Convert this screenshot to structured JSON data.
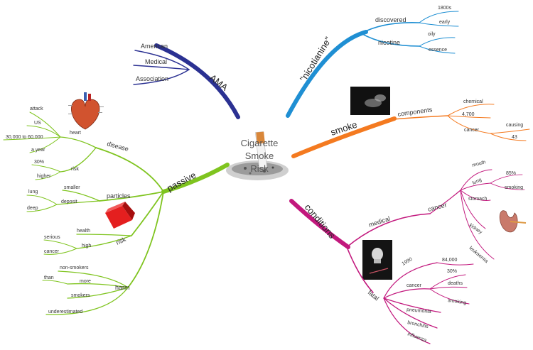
{
  "center": {
    "line1": "Cigarette",
    "line2": "Smoke",
    "line3": "Risk"
  },
  "colors": {
    "ama": "#2b3192",
    "nicotianine": "#1f8fd3",
    "smoke": "#f47a20",
    "conditions": "#c2187d",
    "passive": "#7fc41f"
  },
  "ama": {
    "label": "AMA",
    "items": [
      "American",
      "Medical",
      "Association"
    ]
  },
  "nicotianine": {
    "label": "\"nicotianine\"",
    "discovered": {
      "label": "discovered",
      "items": [
        "1800s",
        "early"
      ]
    },
    "nicotine": {
      "label": "nicotine",
      "items": [
        "oily",
        "essence"
      ]
    }
  },
  "smoke": {
    "label": "smoke",
    "components": {
      "label": "components",
      "chemical": {
        "label": "chemical",
        "value": "4,700"
      },
      "cancer": {
        "label": "cancer",
        "causing": "causing",
        "value": "43"
      }
    }
  },
  "conditions": {
    "label": "conditions",
    "medical": {
      "label": "medical",
      "cancer": {
        "label": "cancer",
        "items": [
          "mouth",
          "lung",
          "stomach",
          "kidney",
          "leukaemia"
        ],
        "lung_items": [
          "85%",
          "smoking"
        ]
      }
    },
    "fatal": {
      "label": "fatal",
      "year": {
        "label": "1990",
        "value": "84,000"
      },
      "cancer": {
        "label": "cancer",
        "items": [
          "30%",
          "deaths",
          "smoking"
        ]
      },
      "others": [
        "pneumonia",
        "bronchitis",
        "influenza"
      ]
    }
  },
  "passive": {
    "label": "passive",
    "disease": {
      "label": "disease",
      "heart": {
        "label": "heart",
        "items": [
          "attack",
          "US",
          "30,000 to 60,000",
          "a year"
        ]
      },
      "risk": {
        "label": "risk",
        "items": [
          "30%",
          "higher"
        ]
      }
    },
    "particles": {
      "label": "particles",
      "smaller": "smaller",
      "deposit": {
        "label": "deposit",
        "items": [
          "lung",
          "deep"
        ]
      }
    },
    "risk": {
      "label": "risk",
      "health": "health",
      "high": {
        "label": "high",
        "items": [
          "serious",
          "cancer"
        ]
      }
    },
    "harm": {
      "label": "harm",
      "non_smokers": "non-smokers",
      "more": {
        "label": "more",
        "items": [
          "than"
        ]
      },
      "smokers": "smokers",
      "underestimated": "underestimated"
    }
  },
  "images": {
    "heart": "heart-image",
    "risk": "risk-dice",
    "cigarette": "cigarette-image",
    "smoke": "smoke-photo",
    "skull": "skull-photo",
    "kidney": "kidney-image"
  }
}
